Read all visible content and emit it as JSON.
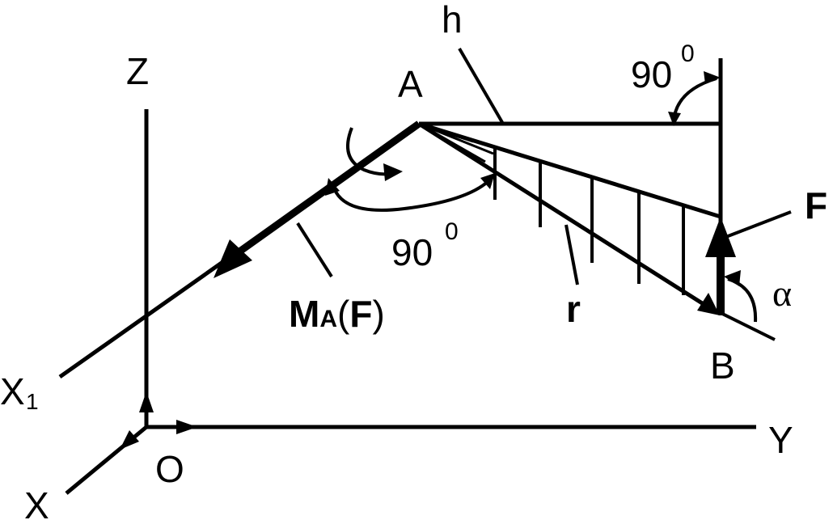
{
  "labels": {
    "z_axis": "Z",
    "y_axis": "Y",
    "x_axis": "X",
    "x1_axis_main": "X",
    "x1_axis_sub": "1",
    "origin": "O",
    "point_a": "A",
    "point_b": "B",
    "force": "F",
    "radius_vector": "r",
    "lever_arm": "h",
    "angle_alpha": "α",
    "right_angle_top_value": "90",
    "right_angle_top_degree": "0",
    "right_angle_center_value": "90",
    "right_angle_center_degree": "0",
    "moment_main": "M",
    "moment_sub": "A",
    "moment_open": "(",
    "moment_force": "F",
    "moment_close": ")"
  },
  "colors": {
    "ink": "#000000",
    "background": "#ffffff"
  }
}
